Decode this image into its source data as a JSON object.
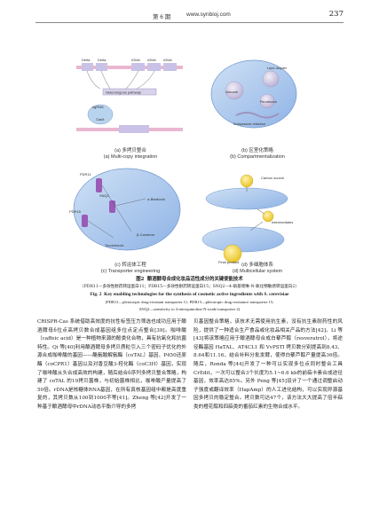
{
  "header": {
    "issue": "第 6 期",
    "site": "www.synbioj.com",
    "page_number": "237"
  },
  "figure": {
    "panel_a": {
      "caption_zh": "(a) 多拷贝整合",
      "caption_en": "(a) Multi-copy integration",
      "labels": [
        "Delta",
        "Delta",
        "rDNA",
        "rDNA",
        "rDNA",
        "Heterologous pathway",
        "sgRNA",
        "Cas9"
      ]
    },
    "panel_b": {
      "caption_zh": "(b) 区室化策略",
      "caption_en": "(b) Compartmentalization",
      "labels": [
        "Lipid droplet",
        "Vacuole",
        "Peroxisome",
        "Endoplasmic reticulum"
      ]
    },
    "panel_c": {
      "caption_zh": "(c) 转运体工程",
      "caption_en": "(c) Transporter engineering",
      "labels": [
        "PDR11",
        "SNQ2",
        "α-Bisabolol",
        "PDR15",
        "β-Carotene",
        "Tocotrienols"
      ]
    },
    "panel_d": {
      "caption_zh": "(d) 多细胞体系",
      "caption_en": "(d) Multicellular system",
      "labels": [
        "Carbon source",
        "Intermediates",
        "Final product"
      ]
    }
  },
  "caption": {
    "zh_title_num": "图2",
    "zh_title": "酿酒酵母合成化妆品活性成分的关键使能技术",
    "zh_abbrev": "（PDR11—多效性耐药转运蛋白11；PDR15—多效性耐药转运蛋白15；SNQ2—4-硝基喹啉-N-氧化物敏感转运蛋白2）",
    "en_title_num": "Fig. 2",
    "en_title": "Key enabling technologies for the synthesis of cosmetic active ingredients with S. cerevisiae",
    "en_abbrev_1": "(PDR11—pleiotropic drug-resistant transporter 11; PDR15—pleiotropic drug resistance transporter 15;",
    "en_abbrev_2": "SNQ2—sensitivity to 4-nitroquinoline-N-oxide transporter 2)"
  },
  "body": {
    "left": "CRISPR-Cas 系统借助高效度的抗性标签压力筛选也成功应用于酿酒酵母δ位点高拷贝数合成基因组多位点定点整合[39]。咖啡酸（caffeic acid）是一种植物来源的酚类化合物，具有抗氧化和抗菌特性。Qi 等[40]利用酿酒酵母多拷贝质粒引入三个密码子优化的外源合成咖啡酸的基因——酪氨酸解氨酶（coTAL）基因、P450还原酶（coCPR1）基因以及对香豆酸3-羟化酶（coC3H）基因，实现了咖啡酸从头合成高效的构建，随后结合δ序列多拷贝整合策略，构建了 coTAL 的19拷贝菌株，与初始菌株相比，咖啡酸产量提高了50倍。rDNA是核糖体RNA基因，在所有真核基因组中都是高度重复的，其拷贝数从100到1000不等[41]。Zheng 等[42]开发了一种基于酿酒酵母中rDNA动态平衡介导的多拷",
    "right": "贝基因整合策略，该技术无需使用抗生素，没有抗生素耐药性的风险，提供了一种适合生产食品或化妆品相关产品的方法[42]。Li 等[43]将该策略应用于酿酒酵母合成白藜芦醇（resveratrol），将途径酶基因 HaTAL、AT4CL1 和 VvPSTI 拷贝数分别提高到8.43、8.64和11.16，结合补料分批发酵，使得白藜芦醇产量提高36倍。随后，Ronda 等[44]开发了一种可以实现多位点同时整合工具 CrEdit，一次可以整合3个长度为5.1~6.6 kb的前萜卡素合成途径基因，效率高达85%。另外 Peng 等[45]设计了一个通过调整启动子强度或翻译效率（HapAmp）的人工进化结构，可以实现异源基因多拷贝的稳定整合。拷贝数可达47个，该方法大大提高了倍半萜类的橙花醇和四萜类的番茄红素的生物合成水平。"
  },
  "colors": {
    "pink": "#e9b7cf",
    "lavender": "#c9c2e6",
    "blue": "#8fb3e6",
    "cell": "#b8d3ee",
    "yellow": "#f2d24a",
    "purple_arrow": "#9a5ab8"
  }
}
